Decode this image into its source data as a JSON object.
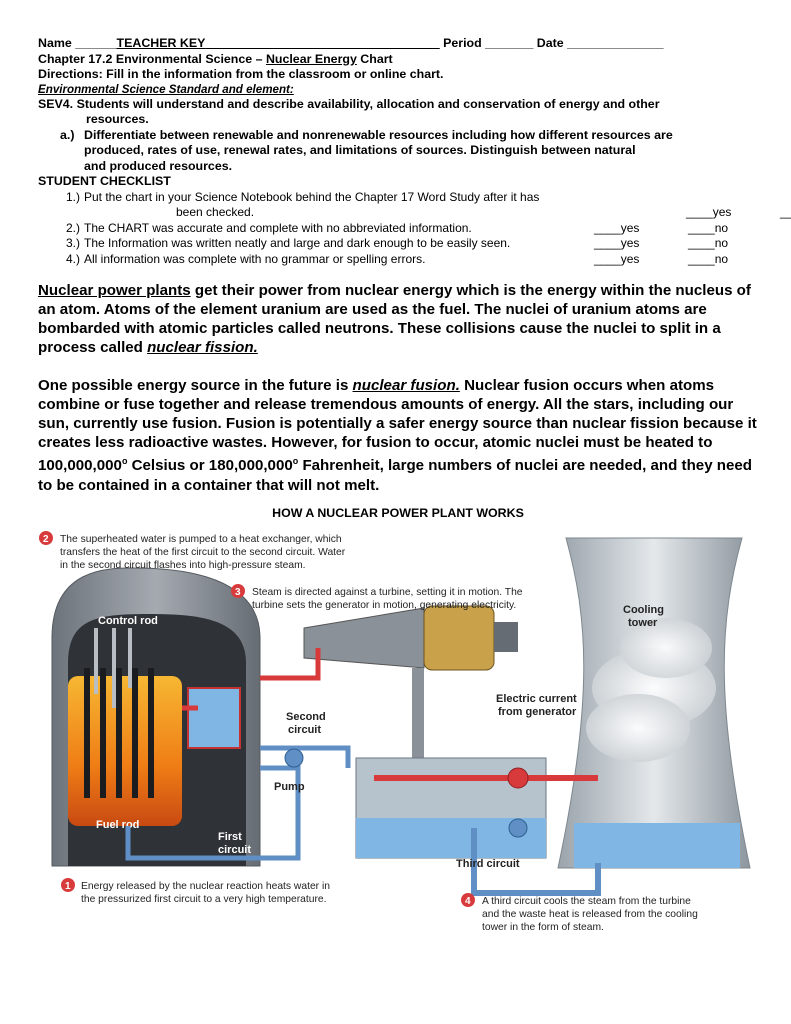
{
  "header": {
    "name_label": "Name ______",
    "name_value": "TEACHER KEY",
    "name_blank": "__________________________________",
    "period": " Period _______ Date ______________",
    "chapter_prefix": "Chapter 17.2 Environmental Science – ",
    "chapter_topic": "Nuclear Energy",
    "chapter_suffix": " Chart",
    "directions": "Directions: Fill in the information from the classroom or online chart.",
    "standard_heading": "Environmental Science Standard and element:",
    "sev4_a": "SEV4. Students will understand and describe availability, allocation and conservation of energy and other",
    "sev4_b": "resources.",
    "element_label": "a.)",
    "element_a": "Differentiate between renewable and nonrenewable resources including how different resources are",
    "element_b": "produced, rates of use, renewal rates, and limitations of sources. Distinguish between natural",
    "element_c": "and produced resources."
  },
  "checklist": {
    "title": "STUDENT CHECKLIST",
    "items": [
      {
        "num": "1.)",
        "text": "Put the chart in your Science Notebook behind the Chapter 17 Word Study after it has",
        "cont": "been checked.",
        "yes": "____yes",
        "no": "____no"
      },
      {
        "num": "2.)",
        "text": "The CHART was accurate and complete with no abbreviated information.",
        "yes": "____yes",
        "no": "____no"
      },
      {
        "num": "3.)",
        "text": "The Information was written neatly and large and dark enough to be easily seen.",
        "yes": "____yes",
        "no": "____no"
      },
      {
        "num": "4.)",
        "text": "All information was complete with no grammar or spelling errors.",
        "yes": "____yes",
        "no": "____no"
      }
    ]
  },
  "para1": {
    "term": "Nuclear power plants",
    "text": " get their power from nuclear energy which is the energy within the nucleus of an atom. Atoms of the element uranium are used as the fuel. The nuclei of uranium atoms are bombarded with atomic particles called neutrons. These collisions cause the nuclei to split in a process called ",
    "term2": "nuclear fission."
  },
  "para2": {
    "intro": "One possible energy source in the future is ",
    "term": "nuclear fusion.",
    "text1": " Nuclear fusion occurs when atoms combine or fuse together and release tremendous amounts of energy. All the stars, including our sun, currently use fusion. Fusion is potentially a safer energy source than nuclear fission because it creates less radioactive wastes. However, for fusion to occur, atomic nuclei must be heated to 100,000,000",
    "deg1": "o",
    "text2": " Celsius or 180,000,000",
    "deg2": "o",
    "text3": " Fahrenheit, large numbers of nuclei are needed, and they need to be contained in a container that will not melt."
  },
  "figure": {
    "title": "HOW A NUCLEAR POWER PLANT WORKS",
    "step1_num": "1",
    "step1_a": "Energy released by the nuclear reaction heats water in",
    "step1_b": "the pressurized first circuit to a very high temperature.",
    "step2_num": "2",
    "step2_a": "The superheated water is pumped to a heat exchanger, which",
    "step2_b": "transfers the heat of the first circuit to the second circuit. Water",
    "step2_c": "in the second circuit flashes into high-pressure steam.",
    "step3_num": "3",
    "step3_a": "Steam is directed against a turbine, setting it in motion. The",
    "step3_b": "turbine sets the generator in motion, generating electricity.",
    "step4_num": "4",
    "step4_a": "A third circuit cools the steam from the turbine",
    "step4_b": "and the waste heat is released from the cooling",
    "step4_c": "tower in the form of steam.",
    "label_control_rod": "Control rod",
    "label_fuel_rod": "Fuel rod",
    "label_second_a": "Second",
    "label_second_b": "circuit",
    "label_pump": "Pump",
    "label_first_a": "First",
    "label_first_b": "circuit",
    "label_third": "Third circuit",
    "label_electric_a": "Electric current",
    "label_electric_b": "from generator",
    "label_cooling_a": "Cooling",
    "label_cooling_b": "tower"
  },
  "colors": {
    "reactor": "#8a9096",
    "fuel": "#f29a1c",
    "hot_pipe": "#d8393a",
    "cool_pipe": "#5f8fc4",
    "water": "#7fb6e3"
  }
}
